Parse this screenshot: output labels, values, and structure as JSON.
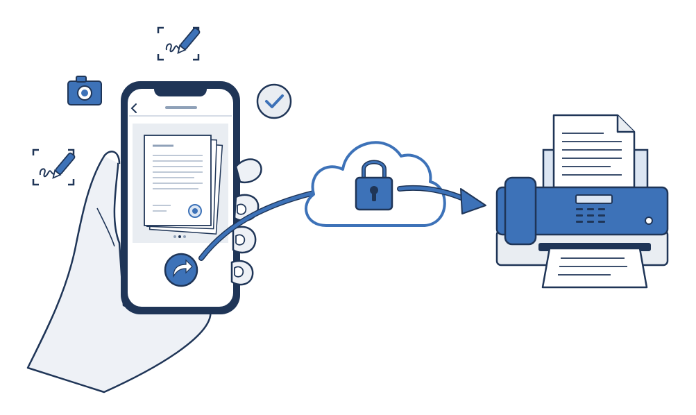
{
  "colors": {
    "navy": "#1f3557",
    "blue": "#3d72b8",
    "light_blue": "#dce6f3",
    "light_gray": "#e9edf2",
    "skin_fill": "#eef1f6"
  },
  "icons": {
    "camera": "camera-icon",
    "check": "check-circle-icon",
    "signature": "signature-pen-icon",
    "lock": "padlock-icon",
    "share": "share-arrow-icon",
    "cloud": "cloud-icon",
    "fax": "fax-machine-icon"
  },
  "flow": [
    "phone",
    "cloud",
    "fax"
  ]
}
